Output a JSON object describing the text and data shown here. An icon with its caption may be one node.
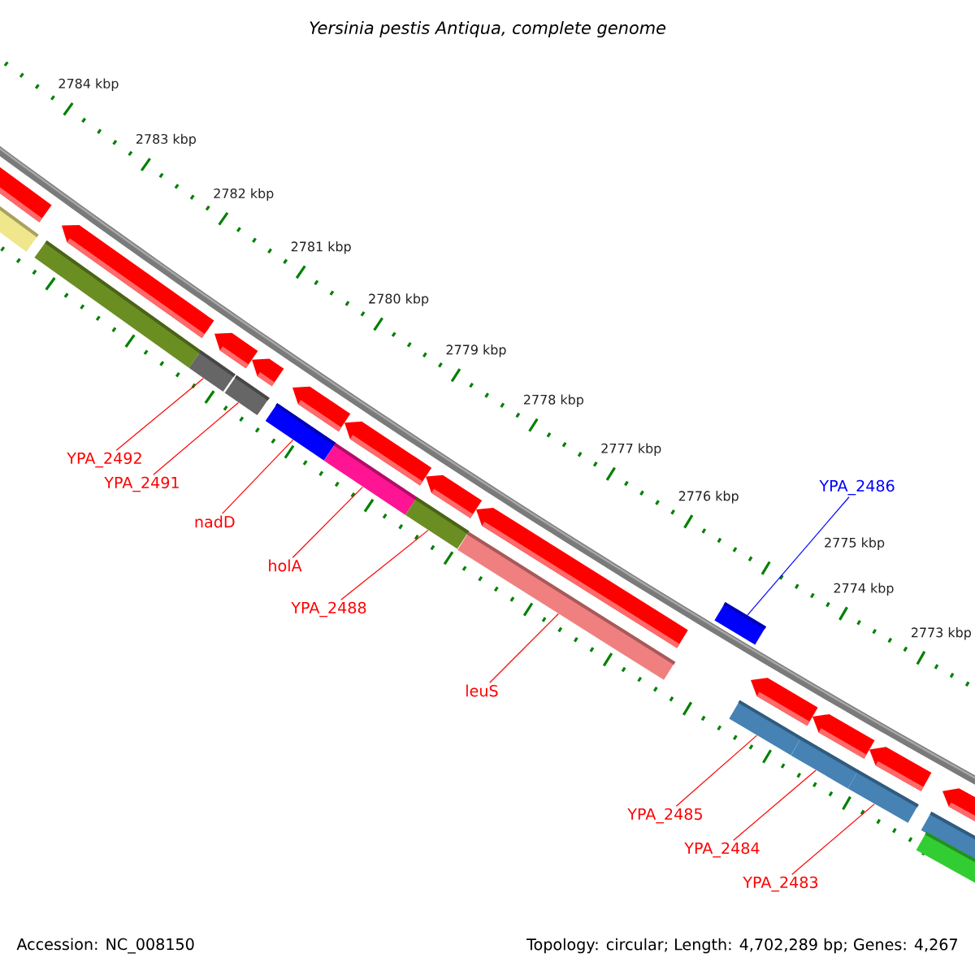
{
  "diagram": {
    "title": "Yersinia pestis Antiqua, complete genome",
    "nodes": [
      {
        "text": [
          "YPA_2492"
        ]
      },
      {
        "text": [
          "YPA_2491"
        ]
      },
      {
        "text": [
          "YPA_2486"
        ]
      },
      {
        "text": [
          "nadD"
        ]
      },
      {
        "text": [
          "holA"
        ]
      },
      {
        "text": [
          "YPA_2488"
        ]
      },
      {
        "text": [
          "leuS"
        ]
      },
      {
        "text": [
          "YPA_2485"
        ]
      },
      {
        "text": [
          "YPA_2484"
        ]
      },
      {
        "text": [
          "YPA_2483"
        ]
      },
      {
        "text": [],
        "shape": "bar"
      },
      {
        "text": [],
        "shape": "bar"
      },
      {
        "text": [],
        "shape": "bar"
      },
      {
        "text": [],
        "shape": "bar"
      },
      {
        "text": [],
        "shape": "bar"
      },
      {
        "text": [],
        "shape": "bar"
      },
      {
        "text": [],
        "shape": "bar"
      },
      {
        "text": [],
        "shape": "bar"
      },
      {
        "text": [],
        "shape": "bar"
      },
      {
        "text": [],
        "shape": "bar"
      }
    ],
    "edges": [
      {
        "from": 0,
        "to": 10,
        "arrow": "none"
      },
      {
        "from": 1,
        "to": 11,
        "arrow": "none"
      },
      {
        "from": 2,
        "to": 16,
        "arrow": "none",
        "color": "#0000ff"
      },
      {
        "from": 3,
        "to": 12,
        "arrow": "none"
      },
      {
        "from": 4,
        "to": 13,
        "arrow": "none"
      },
      {
        "from": 5,
        "to": 14,
        "arrow": "none"
      },
      {
        "from": 6,
        "to": 15,
        "arrow": "none"
      },
      {
        "from": 7,
        "to": 17,
        "arrow": "none"
      },
      {
        "from": 8,
        "to": 18,
        "arrow": "none"
      },
      {
        "from": 9,
        "to": 19,
        "arrow": "none"
      }
    ],
    "labels": [
      "2784 kbp",
      "2783 kbp",
      "2782 kbp",
      "2781 kbp",
      "2780 kbp",
      "2779 kbp",
      "2778 kbp",
      "2777 kbp",
      "2776 kbp",
      "2775 kbp",
      "2774 kbp",
      "2773 kbp",
      "Accession: NC_008150",
      "Topology: circular; Length: 4,702,289 bp; Genes: 4,267"
    ]
  }
}
